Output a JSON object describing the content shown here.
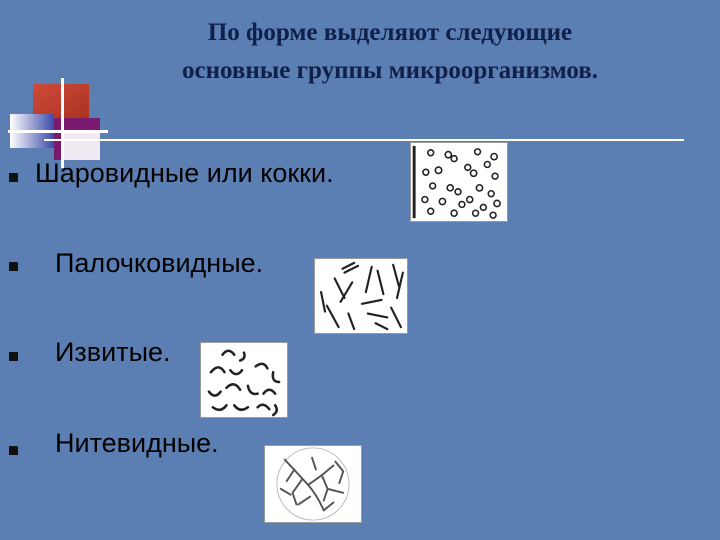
{
  "title": {
    "line1": "По форме выделяют следующие",
    "line2": "основные группы микроорганизмов."
  },
  "items": [
    {
      "label": "Шаровидные или кокки.",
      "icon": "cocci-image"
    },
    {
      "label": "Палочковидные.",
      "icon": "rods-image"
    },
    {
      "label": "Извитые.",
      "icon": "spiral-image"
    },
    {
      "label": "Нитевидные.",
      "icon": "filament-image"
    }
  ],
  "colors": {
    "background": "#5b7fb3",
    "title": "#10204a",
    "accent_red": "#c0392b",
    "accent_purple": "#7a1a6e",
    "accent_blue": "#3c4aa8"
  }
}
